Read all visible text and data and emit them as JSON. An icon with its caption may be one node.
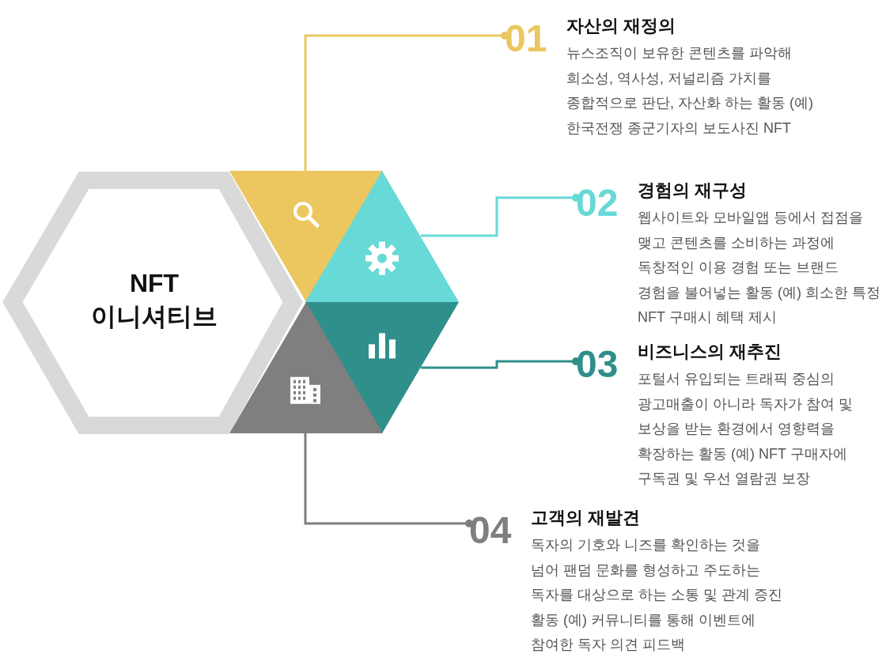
{
  "diagram": {
    "nodes": [
      {
        "text": [
          "NFT 이니셔티브"
        ]
      },
      {
        "text": [],
        "shape": "triangle"
      },
      {
        "text": [],
        "shape": "triangle"
      },
      {
        "text": [],
        "shape": "triangle"
      },
      {
        "text": [],
        "shape": "triangle"
      },
      {
        "text": [
          "01",
          "자산의 재정의",
          "뉴스조직이 보유한 콘텐츠를 파악해 희소성, 역사성, 저널리즘 가치를 종합적으로 판단, 자산화 하는 활동 (예) 한국전쟁 종군기자의 보도사진 NFT"
        ]
      },
      {
        "text": [
          "02",
          "경험의 재구성",
          "웹사이트와 모바일앱 등에서 접점을 맺고 콘텐츠를 소비하는 과정에 독창적인 이용 경험 또는 브랜드 경험을 불어넣는 활동 (예) 희소한 특정 NFT 구매시 혜택 제시"
        ]
      },
      {
        "text": [
          "03",
          "비즈니스의 재추진",
          "포털서 유입되는 트래픽 중심의 광고매출이 아니라 독자가 참여 및 보상을 받는 환경에서 영향력을 확장하는 활동 (예) NFT 구매자에 구독권 및 우선 열람권 보장"
        ]
      },
      {
        "text": [
          "04",
          "고객의 재발견",
          "독자의 기호와 니즈를 확인하는 것을 넘어 팬덤 문화를 형성하고 주도하는 독자를 대상으로 하는 소통 및 관계 증진 활동 (예) 커뮤니티를 통해 이벤트에 참여한 독자 의견 피드백"
        ]
      }
    ],
    "edges": [
      {
        "from": 1,
        "to": 5,
        "arrow": "other",
        "color": "#ecc760"
      },
      {
        "from": 2,
        "to": 6,
        "arrow": "other",
        "color": "#67d9d6"
      },
      {
        "from": 3,
        "to": 7,
        "arrow": "other",
        "color": "#2f8f8a"
      },
      {
        "from": 4,
        "to": 8,
        "arrow": "other",
        "color": "#7f7f7f"
      }
    ]
  }
}
